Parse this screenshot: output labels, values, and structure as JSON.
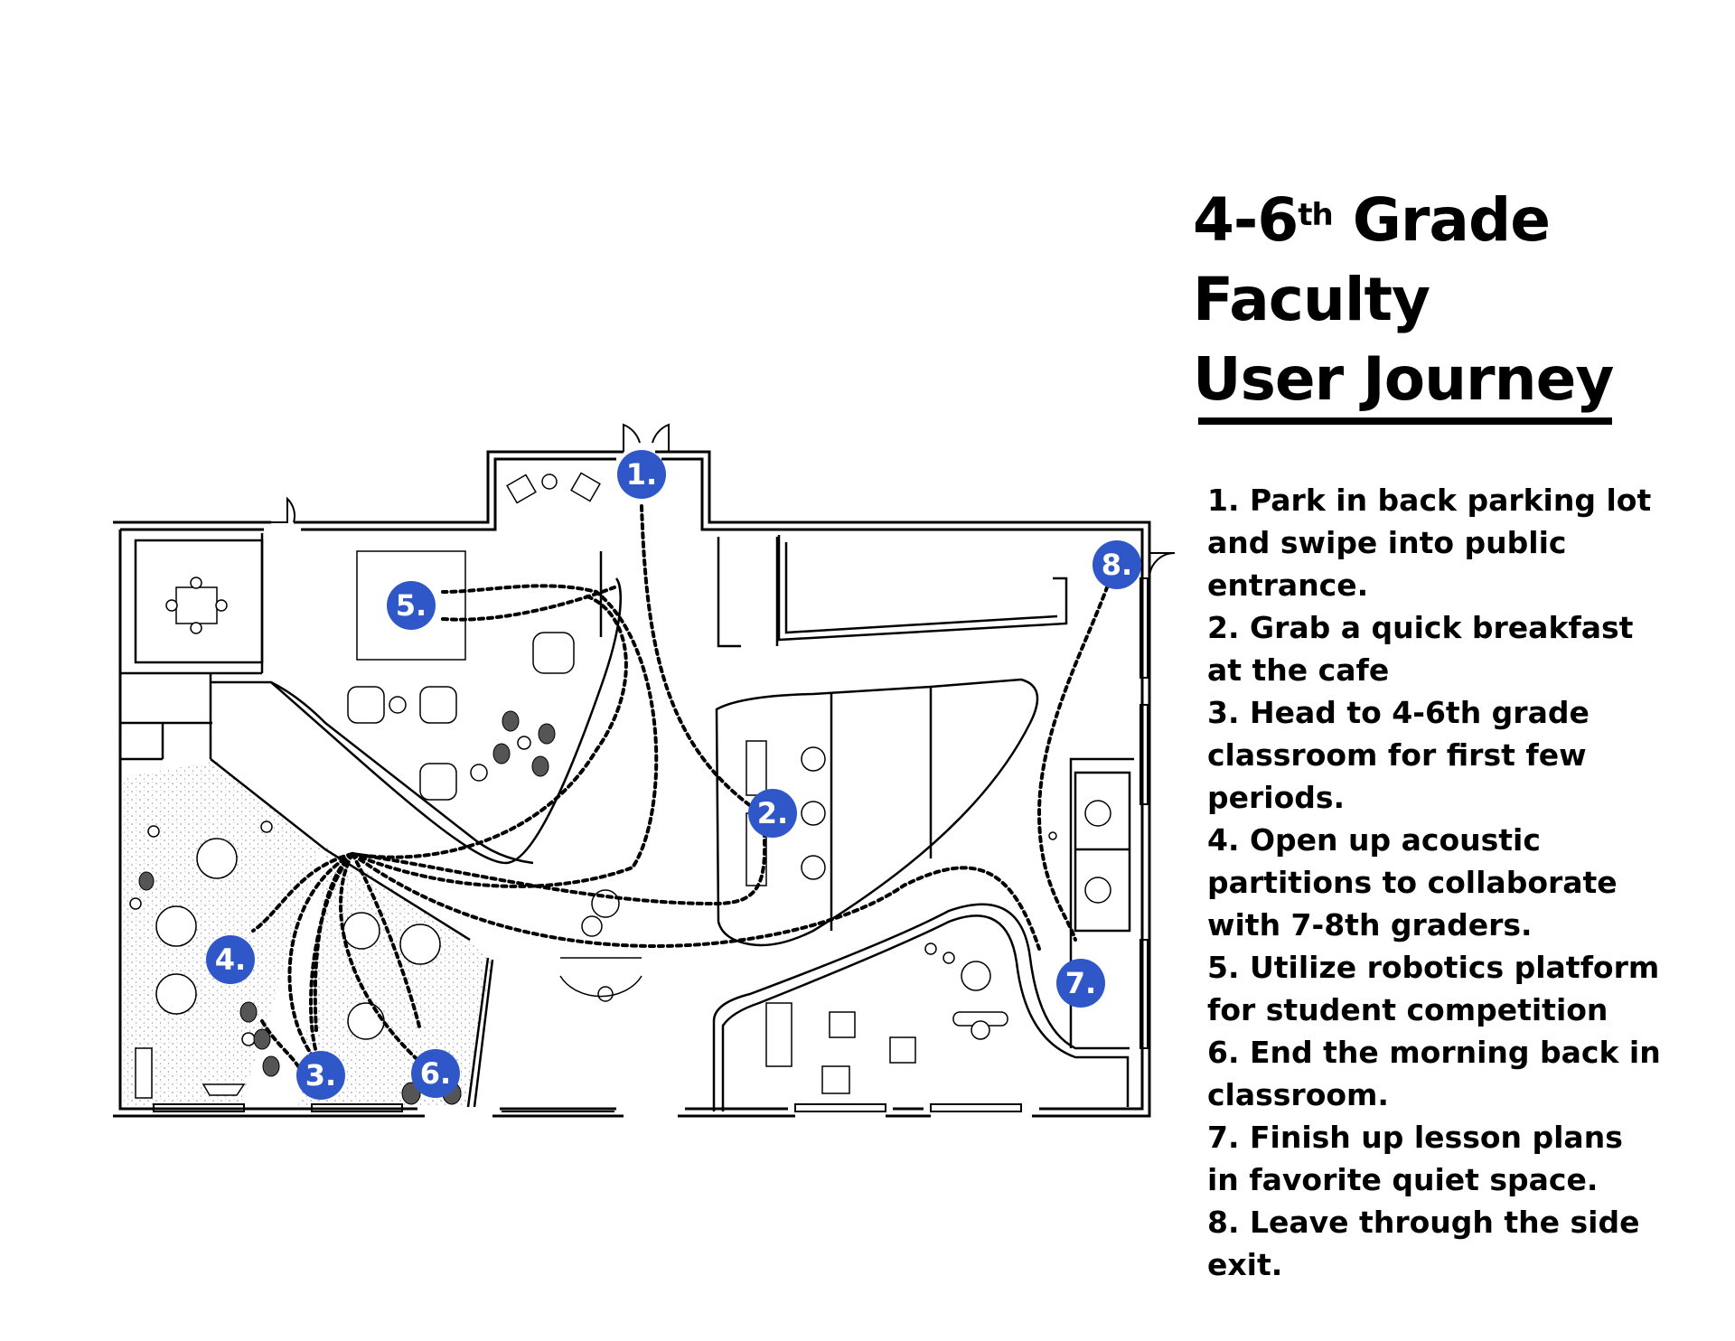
{
  "title": {
    "line1_prefix": "4-6",
    "line1_sup": "th",
    "line1_suffix": " Grade",
    "line2": "Faculty",
    "line3": "User Journey"
  },
  "steps": [
    [
      "1.  Park in back parking lot",
      "and swipe into public",
      "entrance."
    ],
    [
      "2. Grab a quick breakfast",
      "at the cafe"
    ],
    [
      "3. Head to 4-6th grade",
      "classroom for first few",
      "periods."
    ],
    [
      "4. Open up acoustic",
      "partitions to collaborate",
      "with 7-8th graders."
    ],
    [
      "5. Utilize robotics platform",
      "for student competition"
    ],
    [
      "6. End the morning back in",
      "classroom."
    ],
    [
      "7. Finish up lesson plans",
      "in favorite quiet space."
    ],
    [
      "8. Leave through the side",
      "exit."
    ]
  ],
  "markers": [
    "1.",
    "2.",
    "3.",
    "4.",
    "5.",
    "6.",
    "7.",
    "8."
  ],
  "colors": {
    "marker": "#2f57c8",
    "marker_text": "#ffffff",
    "lines": "#000000"
  }
}
